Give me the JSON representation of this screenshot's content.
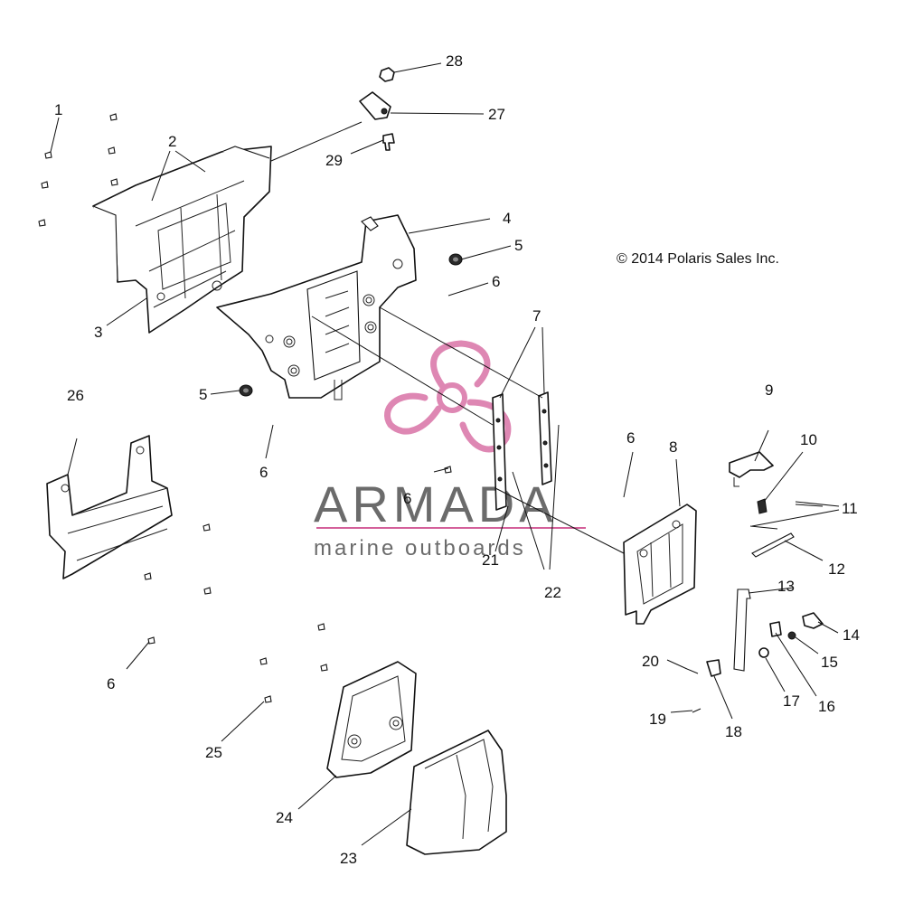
{
  "copyright": "© 2014 Polaris Sales Inc.",
  "watermark": {
    "brand": "ARMADA",
    "tagline": "marine outboards",
    "accent_color": "#d4609a"
  },
  "callouts": [
    "1",
    "2",
    "3",
    "4",
    "5",
    "5",
    "6",
    "6",
    "6",
    "6",
    "6",
    "7",
    "8",
    "9",
    "10",
    "11",
    "12",
    "13",
    "14",
    "15",
    "16",
    "17",
    "18",
    "19",
    "20",
    "21",
    "22",
    "23",
    "24",
    "25",
    "26",
    "27",
    "28",
    "29"
  ]
}
